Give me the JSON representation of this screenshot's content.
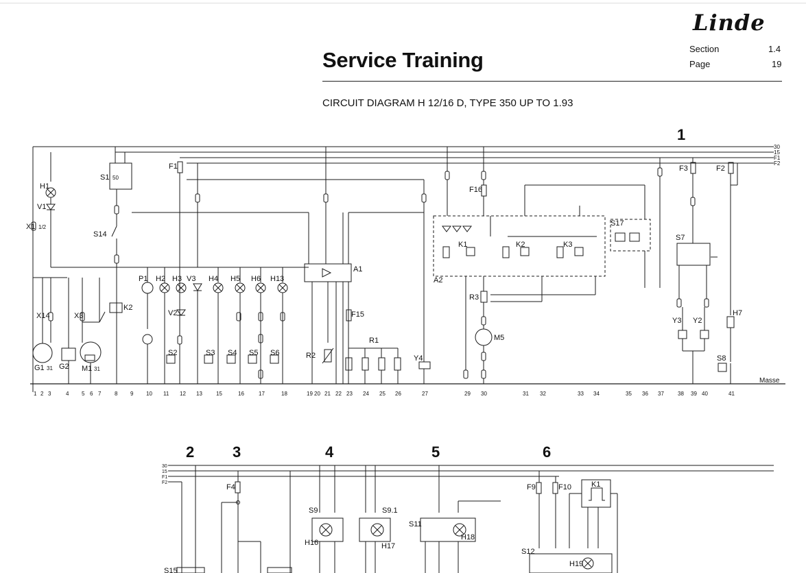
{
  "header": {
    "brand": "Linde",
    "title": "Service Training",
    "section_label": "Section",
    "section_value": "1.4",
    "page_label": "Page",
    "page_value": "19",
    "subtitle": "CIRCUIT DIAGRAM H 12/16 D, TYPE 350 UP TO 1.93"
  },
  "diagram1": {
    "marker": "1",
    "rails": [
      "30",
      "15",
      "F1",
      "F2"
    ],
    "ground_label": "Masse",
    "terminals": [
      "1",
      "2",
      "3",
      "4",
      "5",
      "6",
      "7",
      "8",
      "9",
      "10",
      "11",
      "12",
      "13",
      "15",
      "16",
      "17",
      "18",
      "19",
      "20",
      "21",
      "22",
      "23",
      "24",
      "25",
      "26",
      "27",
      "29",
      "30",
      "31",
      "32",
      "33",
      "34",
      "35",
      "36",
      "37",
      "38",
      "39",
      "40",
      "41"
    ],
    "components": [
      {
        "id": "G1",
        "sub": "31"
      },
      {
        "id": "G2",
        "sub": ""
      },
      {
        "id": "M1",
        "sub": "31"
      },
      {
        "id": "S1",
        "sub": "50"
      },
      {
        "id": "H1",
        "sub": ""
      },
      {
        "id": "V1",
        "sub": ""
      },
      {
        "id": "X1",
        "sub": "1/2"
      },
      {
        "id": "X14",
        "sub": ""
      },
      {
        "id": "X3",
        "sub": ""
      },
      {
        "id": "K2",
        "sub": ""
      },
      {
        "id": "S14",
        "sub": ""
      },
      {
        "id": "P1",
        "sub": ""
      },
      {
        "id": "H2",
        "sub": ""
      },
      {
        "id": "H3",
        "sub": ""
      },
      {
        "id": "V3",
        "sub": ""
      },
      {
        "id": "V2",
        "sub": ""
      },
      {
        "id": "H4",
        "sub": ""
      },
      {
        "id": "H5",
        "sub": ""
      },
      {
        "id": "H6",
        "sub": ""
      },
      {
        "id": "H13",
        "sub": ""
      },
      {
        "id": "S2",
        "sub": ""
      },
      {
        "id": "S3",
        "sub": ""
      },
      {
        "id": "S4",
        "sub": ""
      },
      {
        "id": "S5",
        "sub": ""
      },
      {
        "id": "S6",
        "sub": ""
      },
      {
        "id": "A1",
        "sub": ""
      },
      {
        "id": "R2",
        "sub": ""
      },
      {
        "id": "F15",
        "sub": ""
      },
      {
        "id": "R1",
        "sub": ""
      },
      {
        "id": "Y4",
        "sub": ""
      },
      {
        "id": "A2",
        "sub": ""
      },
      {
        "id": "F16",
        "sub": ""
      },
      {
        "id": "R3",
        "sub": ""
      },
      {
        "id": "M5",
        "sub": ""
      },
      {
        "id": "K1",
        "sub": ""
      },
      {
        "id": "K2",
        "sub": ""
      },
      {
        "id": "K3",
        "sub": ""
      },
      {
        "id": "S17",
        "sub": ""
      },
      {
        "id": "S7",
        "sub": ""
      },
      {
        "id": "F3",
        "sub": ""
      },
      {
        "id": "F2",
        "sub": ""
      },
      {
        "id": "Y3",
        "sub": ""
      },
      {
        "id": "Y2",
        "sub": ""
      },
      {
        "id": "H7",
        "sub": ""
      },
      {
        "id": "S8",
        "sub": ""
      },
      {
        "id": "F1",
        "sub": ""
      }
    ]
  },
  "diagram2": {
    "markers": [
      "2",
      "3",
      "4",
      "5",
      "6"
    ],
    "rails": [
      "30",
      "15",
      "F1",
      "F2"
    ],
    "components": [
      "F4",
      "S9",
      "H16",
      "S9.1",
      "H17",
      "S11",
      "H18",
      "F9",
      "F10",
      "K1",
      "S12",
      "H19",
      "S15"
    ]
  },
  "colors": {
    "line": "#1a1a1a",
    "paper": "#ffffff"
  }
}
